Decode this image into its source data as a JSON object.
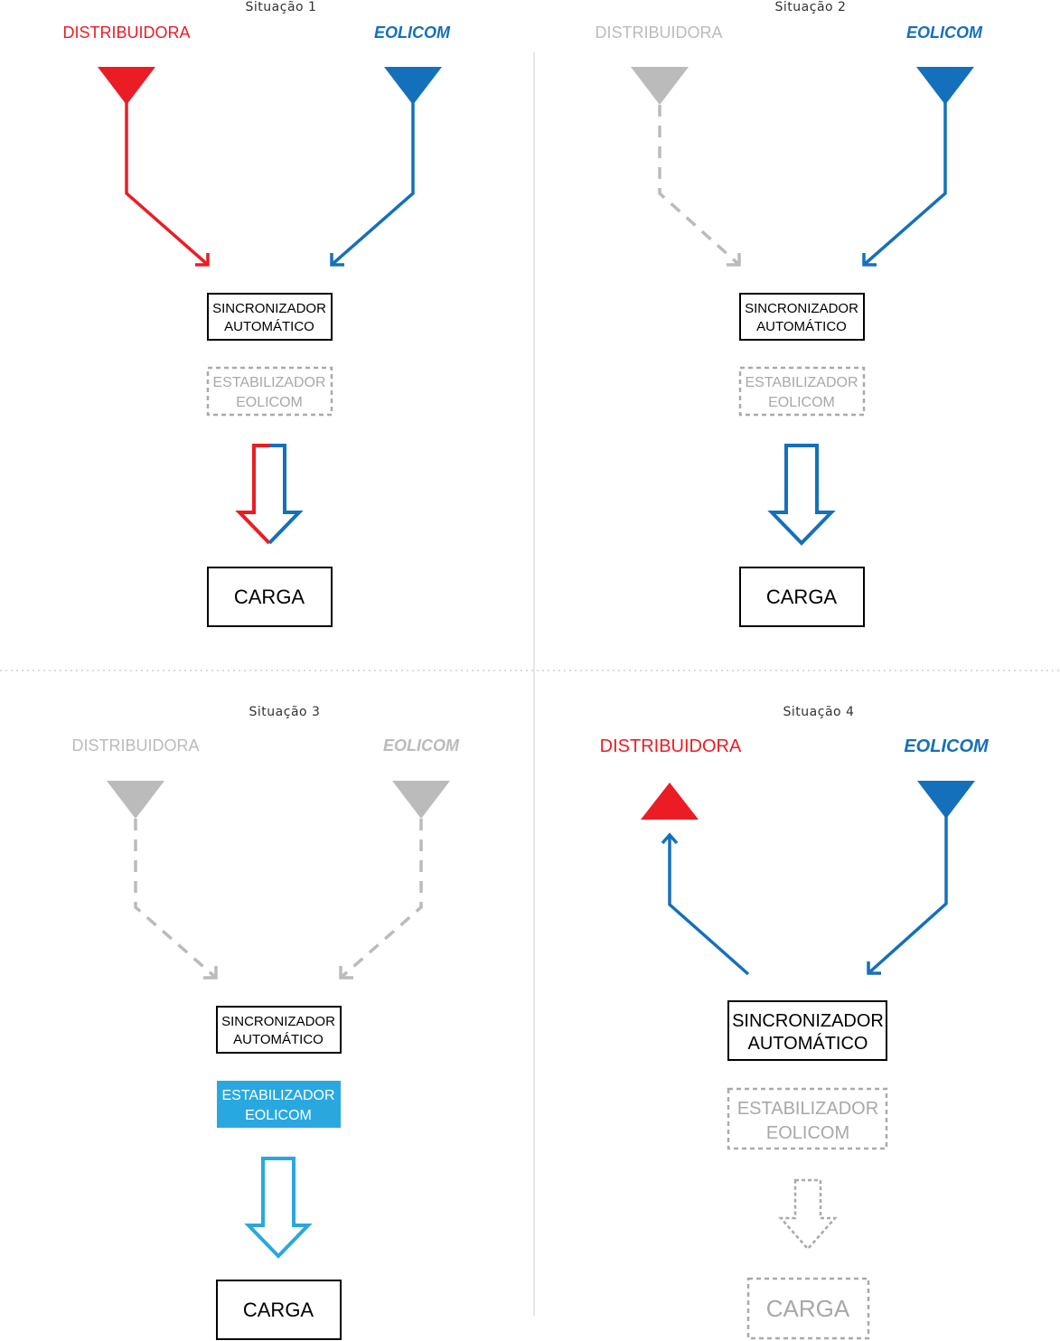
{
  "colors": {
    "red": "#ec1c24",
    "blue": "#1570bb",
    "light_blue": "#29a8e0",
    "gray": "#bbbbbb",
    "dark_gray_text": "#a8a8a8"
  },
  "situations": [
    {
      "title": "Situação 1",
      "distribuidora": {
        "label": "DISTRIBUIDORA",
        "state": "supply"
      },
      "eolicom": {
        "label": "EOLICOM",
        "state": "supply"
      },
      "sincronizador": {
        "line1": "SINCRONIZADOR",
        "line2": "AUTOMÁTICO"
      },
      "estabilizador": {
        "line1": "ESTABILIZADOR",
        "line2": "EOLICOM",
        "state": "inactive"
      },
      "output_arrow": "red-blue",
      "carga": {
        "label": "CARGA",
        "state": "active"
      }
    },
    {
      "title": "Situação 2",
      "distribuidora": {
        "label": "DISTRIBUIDORA",
        "state": "inactive"
      },
      "eolicom": {
        "label": "EOLICOM",
        "state": "supply"
      },
      "sincronizador": {
        "line1": "SINCRONIZADOR",
        "line2": "AUTOMÁTICO"
      },
      "estabilizador": {
        "line1": "ESTABILIZADOR",
        "line2": "EOLICOM",
        "state": "inactive"
      },
      "output_arrow": "blue",
      "carga": {
        "label": "CARGA",
        "state": "active"
      }
    },
    {
      "title": "Situação 3",
      "distribuidora": {
        "label": "DISTRIBUIDORA",
        "state": "inactive"
      },
      "eolicom": {
        "label": "EOLICOM",
        "state": "inactive"
      },
      "sincronizador": {
        "line1": "SINCRONIZADOR",
        "line2": "AUTOMÁTICO"
      },
      "estabilizador": {
        "line1": "ESTABILIZADOR",
        "line2": "EOLICOM",
        "state": "active"
      },
      "output_arrow": "light-blue",
      "carga": {
        "label": "CARGA",
        "state": "active"
      }
    },
    {
      "title": "Situação 4",
      "distribuidora": {
        "label": "DISTRIBUIDORA",
        "state": "export"
      },
      "eolicom": {
        "label": "EOLICOM",
        "state": "supply"
      },
      "sincronizador": {
        "line1": "SINCRONIZADOR",
        "line2": "AUTOMÁTICO"
      },
      "estabilizador": {
        "line1": "ESTABILIZADOR",
        "line2": "EOLICOM",
        "state": "inactive"
      },
      "output_arrow": "dashed-gray",
      "carga": {
        "label": "CARGA",
        "state": "inactive"
      }
    }
  ]
}
